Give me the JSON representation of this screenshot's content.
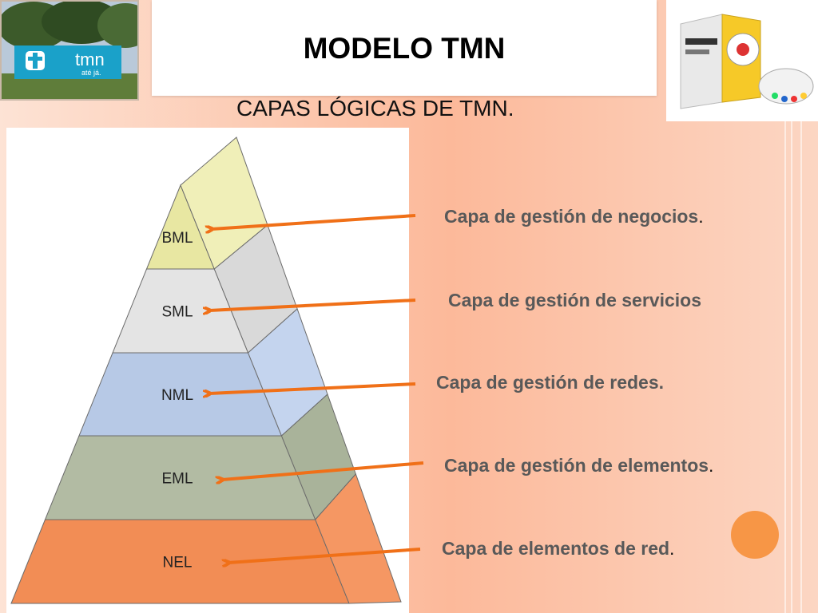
{
  "slide": {
    "title": "MODELO TMN",
    "subtitle": "CAPAS LÓGICAS DE TMN."
  },
  "photo_left": {
    "logo_text": "tmn",
    "logo_subtext": "até já."
  },
  "pyramid": {
    "layers": [
      {
        "abbr": "BML",
        "color": "#e8e7a2",
        "side_color": "#f0efb8"
      },
      {
        "abbr": "SML",
        "color": "#e4e4e4",
        "side_color": "#d9d9d9"
      },
      {
        "abbr": "NML",
        "color": "#b7c9e6",
        "side_color": "#c4d4ee"
      },
      {
        "abbr": "EML",
        "color": "#b2bba3",
        "side_color": "#a9b39a"
      },
      {
        "abbr": "NEL",
        "color": "#f28d55",
        "side_color": "#f59763"
      }
    ]
  },
  "descriptions": [
    {
      "text": "Capa de gestión de negocios",
      "suffix": "."
    },
    {
      "text": "Capa de gestión de servicios",
      "suffix": ""
    },
    {
      "text": "Capa de gestión de redes.",
      "suffix": ""
    },
    {
      "text": "Capa de gestión de elementos",
      "suffix": "."
    },
    {
      "text": "Capa de elementos de red",
      "suffix": "."
    }
  ],
  "colors": {
    "arrow": "#f07018",
    "accent_circle": "#f79646",
    "description_text": "#595959"
  }
}
